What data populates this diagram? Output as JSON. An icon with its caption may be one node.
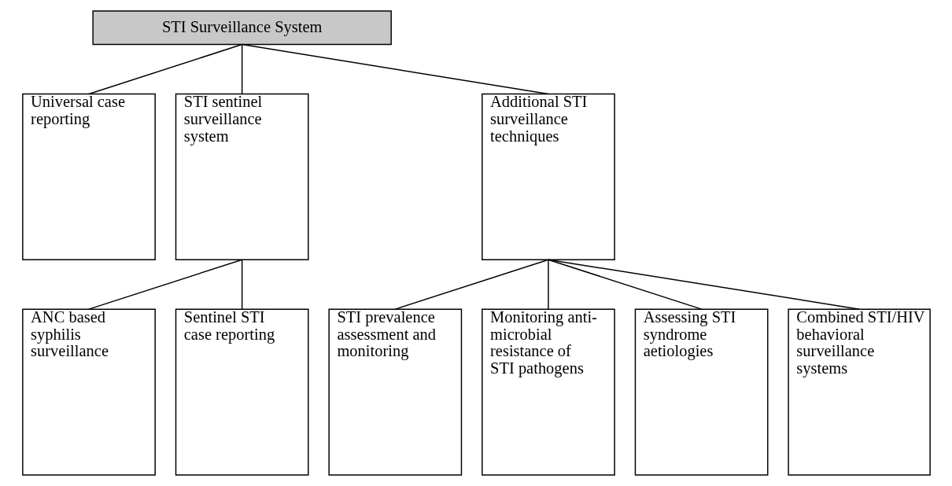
{
  "diagram": {
    "nodes": [
      {
        "text": [
          "STI Surveillance System"
        ]
      },
      {
        "text": [
          "Universal case reporting"
        ]
      },
      {
        "text": [
          "STI sentinel surveillance system"
        ]
      },
      {
        "text": [
          "Additional STI surveillance techniques"
        ]
      },
      {
        "text": [
          "ANC based syphilis surveillance"
        ]
      },
      {
        "text": [
          "Sentinel STI case reporting"
        ]
      },
      {
        "text": [
          "STI prevalence assessment and monitoring"
        ]
      },
      {
        "text": [
          "Monitoring anti-microbial resistance of STI pathogens"
        ]
      },
      {
        "text": [
          "Assessing STI syndrome aetiologies"
        ]
      },
      {
        "text": [
          "Combined STI/HIV behavioral surveillance systems"
        ]
      }
    ],
    "edges": [
      {
        "from": 0,
        "to": 1,
        "arrow": "none"
      },
      {
        "from": 0,
        "to": 2,
        "arrow": "none"
      },
      {
        "from": 0,
        "to": 3,
        "arrow": "none"
      },
      {
        "from": 2,
        "to": 4,
        "arrow": "none"
      },
      {
        "from": 2,
        "to": 5,
        "arrow": "none"
      },
      {
        "from": 3,
        "to": 6,
        "arrow": "none"
      },
      {
        "from": 3,
        "to": 7,
        "arrow": "none"
      },
      {
        "from": 3,
        "to": 8,
        "arrow": "none"
      },
      {
        "from": 3,
        "to": 9,
        "arrow": "none"
      }
    ]
  }
}
